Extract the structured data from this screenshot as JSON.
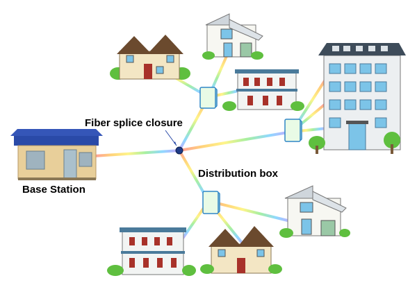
{
  "labels": {
    "splice": "Fiber splice closure",
    "distribution": "Distribution box",
    "base": "Base Station"
  },
  "colors": {
    "fiber_gradient": [
      "#ff9a9a",
      "#ffd27a",
      "#fff48a",
      "#a8f0a0",
      "#8fd8ff",
      "#c8a8ff"
    ],
    "node": "#1f3b86",
    "box_fill": "#e9fbe6",
    "box_stroke": "#2f86c6",
    "roof_dark": "#2a4aa8",
    "wall_cream": "#f3e6c4",
    "window_blue": "#7cc4e8",
    "bush_green": "#5fbf3f"
  }
}
